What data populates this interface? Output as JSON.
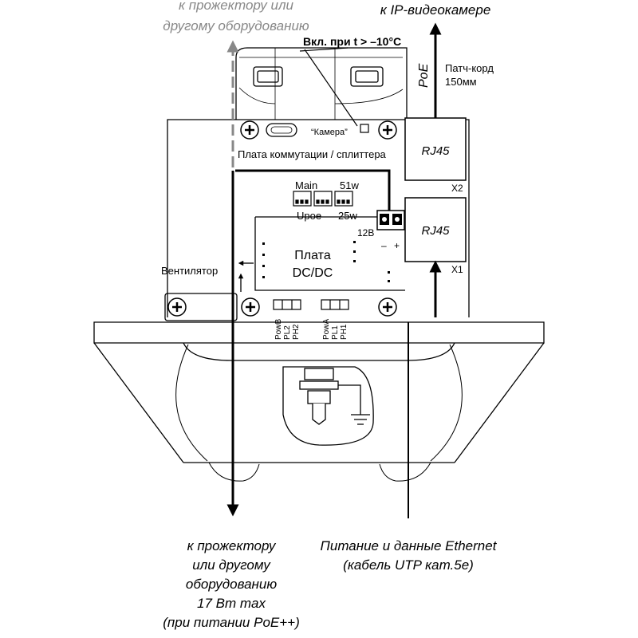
{
  "labels": {
    "top_left_line1": "к прожектору или",
    "top_left_line2": "другому оборудованию",
    "top_right": "к IP-видеокамере",
    "switch_note": "Вкл. при t > –10°C",
    "poe": "PoE",
    "patch_line1": "Патч-корд",
    "patch_line2": "150мм",
    "camera_tag": "“Камера”",
    "board_title": "Плата коммутации / сплиттера",
    "rj45_top": "RJ45",
    "x2": "X2",
    "main": "Main",
    "w51": "51w",
    "upoe": "Upoe",
    "w25": "25w",
    "v12": "12В",
    "minus": "–",
    "plus": "+",
    "rj45_bottom": "RJ45",
    "x1": "X1",
    "dcdc_line1": "Плата",
    "dcdc_line2": "DC/DC",
    "fan": "Вентилятор",
    "powb": "PowB",
    "pl2": "PL2",
    "ph2": "PH2",
    "powa": "PowA",
    "pl1": "PL1",
    "ph1": "PH1",
    "bottom_left_line1": "к прожектору",
    "bottom_left_line2": "или другому",
    "bottom_left_line3": "оборудованию",
    "bottom_left_line4": "17 Вт max",
    "bottom_left_line5": "(при питании PoE++)",
    "bottom_right_line1": "Питание и данные Ethernet",
    "bottom_right_line2": "(кабель UTP кат.5е)"
  }
}
